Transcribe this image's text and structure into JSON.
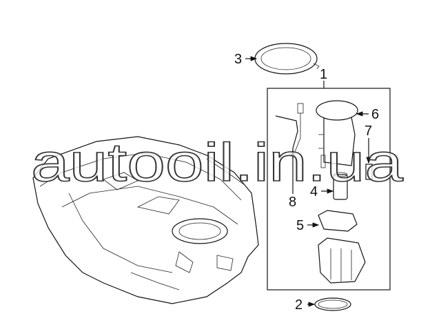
{
  "diagram": {
    "callouts": [
      {
        "id": "1",
        "label": "1",
        "part": "fuel-pump-assembly"
      },
      {
        "id": "2",
        "label": "2",
        "part": "gasket"
      },
      {
        "id": "3",
        "label": "3",
        "part": "retainer-ring"
      },
      {
        "id": "4",
        "label": "4",
        "part": "fuel-filter"
      },
      {
        "id": "5",
        "label": "5",
        "part": "bracket"
      },
      {
        "id": "6",
        "label": "6",
        "part": "pump-cover"
      },
      {
        "id": "7",
        "label": "7",
        "part": "pressure-regulator"
      },
      {
        "id": "8",
        "label": "8",
        "part": "fuel-level-sender"
      }
    ],
    "watermark": "autooil.in.ua"
  },
  "colors": {
    "line": "#111111",
    "background": "#ffffff"
  }
}
